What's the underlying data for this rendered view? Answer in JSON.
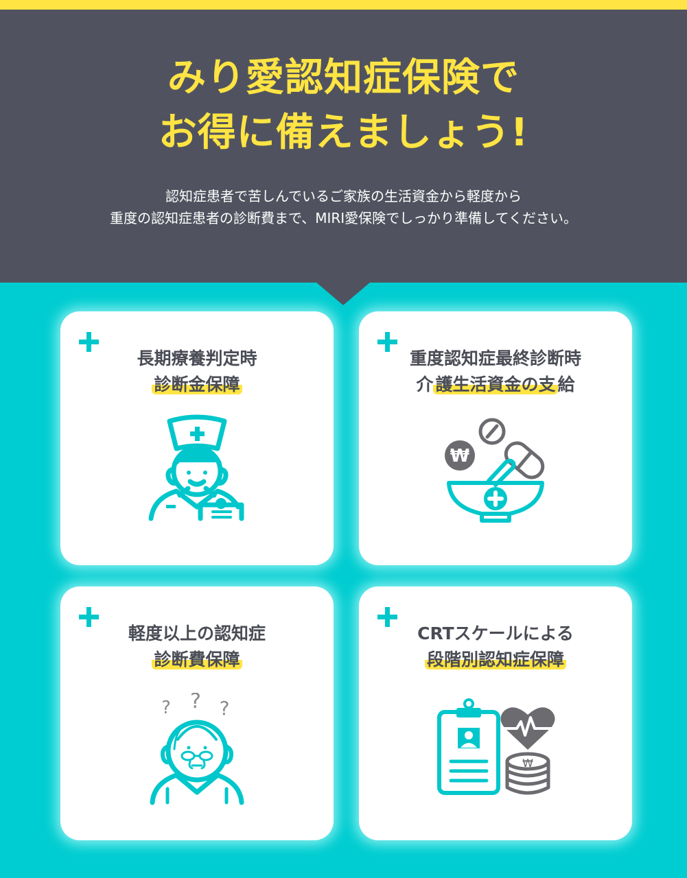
{
  "header": {
    "title_line1": "みり愛認知症保険で",
    "title_line2": "お得に備えましょう!",
    "subtitle_line1": "認知症患者で苦しんでいるご家族の生活資金から軽度から",
    "subtitle_line2": "重度の認知症患者の診断費まで、MIRI愛保険でしっかり準備してください。"
  },
  "colors": {
    "top_bar": "#FFE443",
    "header_bg": "#50535F",
    "page_bg": "#00CDD1",
    "accent_teal": "#00C7CB",
    "title_yellow": "#FFE443",
    "icon_gray": "#6B6B70",
    "card_text": "#4A4C55"
  },
  "cards": [
    {
      "line1": "長期療養判定時",
      "line2_plain_before": "",
      "line2_highlight": "診断金保障",
      "line2_plain_after": "",
      "icon": "nurse-with-clipboard-icon"
    },
    {
      "line1": "重度認知症最終診断時",
      "line2_plain_before": "介",
      "line2_highlight": "護生活資金の支",
      "line2_plain_after": "給",
      "icon": "mortar-pestle-pills-won-icon"
    },
    {
      "line1": "軽度以上の認知症",
      "line2_plain_before": "",
      "line2_highlight": "診断費保障",
      "line2_plain_after": "",
      "icon": "confused-elderly-person-icon"
    },
    {
      "line1": "CRTスケールによる",
      "line2_plain_before": "",
      "line2_highlight": "段階別認知症保障",
      "line2_plain_after": "",
      "icon": "medical-chart-heart-coins-icon"
    }
  ],
  "icon_glyphs": {
    "won": "₩",
    "question": "?"
  }
}
